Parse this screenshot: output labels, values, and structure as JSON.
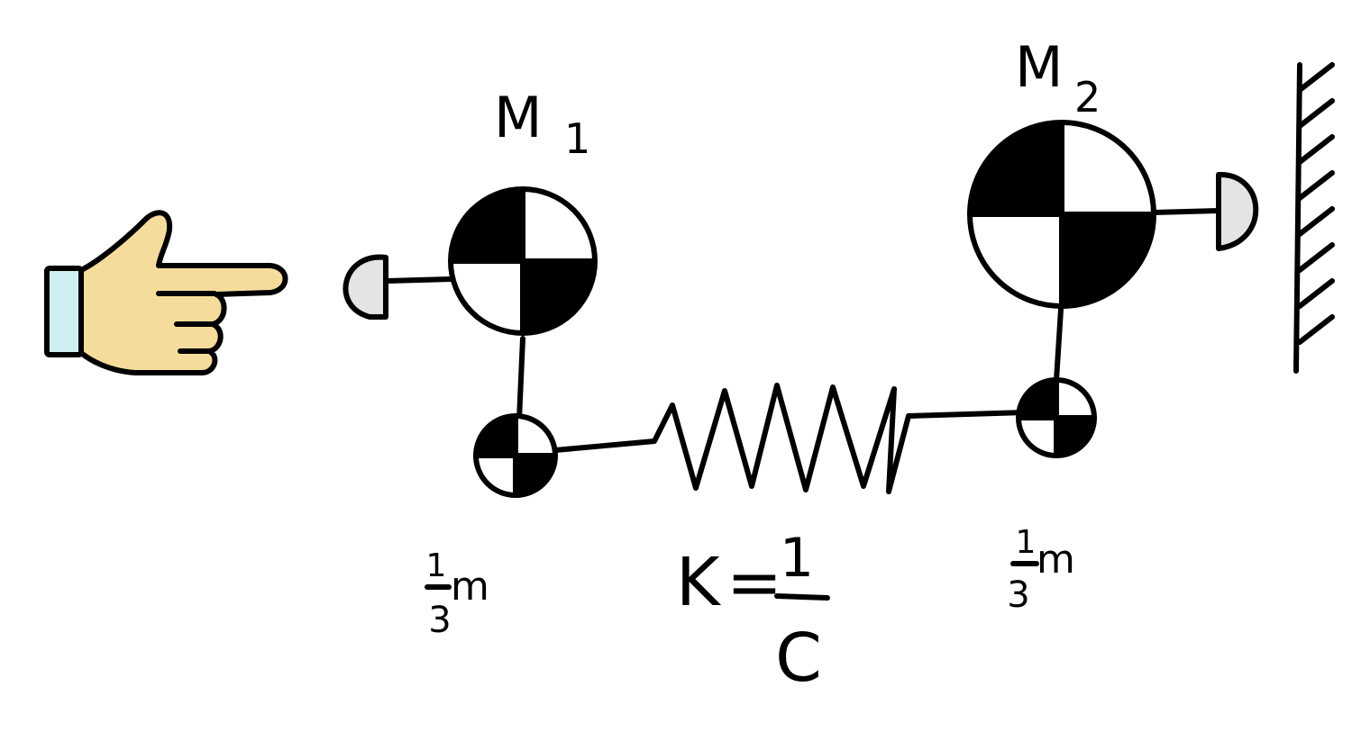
{
  "diagram": {
    "masses": {
      "m1": {
        "name": "M",
        "subscript": "1"
      },
      "m2": {
        "name": "M",
        "subscript": "2"
      }
    },
    "small_masses": {
      "left": {
        "numerator": "1",
        "denominator": "3",
        "unit": "m"
      },
      "right": {
        "numerator": "1",
        "denominator": "3",
        "unit": "m"
      }
    },
    "spring": {
      "symbol": "K",
      "equals": "=",
      "numerator": "1",
      "denominator": "C"
    },
    "icons": {
      "pointer": "pointing-hand-icon",
      "wall": "hatched-wall-icon"
    },
    "colors": {
      "ink": "#000000",
      "hand_fill": "#f6dc9c",
      "cuff_fill": "#cfeef2",
      "bumper_fill": "#e4e4e4"
    }
  }
}
